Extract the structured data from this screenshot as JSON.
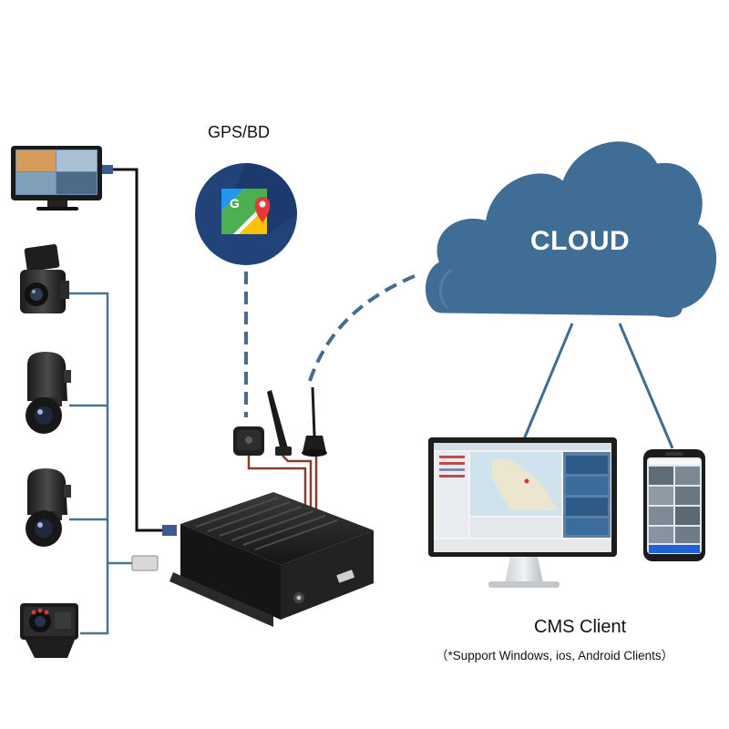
{
  "gps": {
    "label": "GPS/BD"
  },
  "cloud": {
    "label": "CLOUD",
    "color": "#3f6d95"
  },
  "cms": {
    "title": "CMS Client",
    "note": "（*Support Windows, ios, Android Clients）"
  },
  "devices": {
    "mdvr": "mdvr-icon",
    "monitor": "monitor-icon",
    "cameras": [
      "camera-icon",
      "camera-icon",
      "camera-icon",
      "camera-icon"
    ],
    "gps_antenna": "gps-antenna-icon",
    "antennas": [
      "antenna-icon",
      "antenna-icon"
    ],
    "desktop": "desktop-icon",
    "phone": "phone-icon"
  },
  "colors": {
    "wire_dark": "#111111",
    "wire_blue": "#4a7291",
    "dashed_link": "#466c8e",
    "antenna_wire": "#8a3a2e"
  }
}
